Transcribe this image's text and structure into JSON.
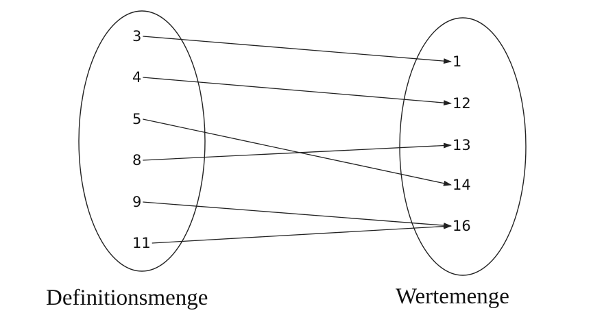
{
  "domain": {
    "label": "Definitionsmenge",
    "elements": [
      "3",
      "4",
      "5",
      "8",
      "9",
      "11"
    ]
  },
  "codomain": {
    "label": "Wertemenge",
    "elements": [
      "1",
      "12",
      "13",
      "14",
      "16"
    ]
  },
  "mappings": [
    {
      "from": "3",
      "to": "1"
    },
    {
      "from": "4",
      "to": "12"
    },
    {
      "from": "5",
      "to": "14"
    },
    {
      "from": "8",
      "to": "13"
    },
    {
      "from": "9",
      "to": "16"
    },
    {
      "from": "11",
      "to": "16"
    }
  ]
}
